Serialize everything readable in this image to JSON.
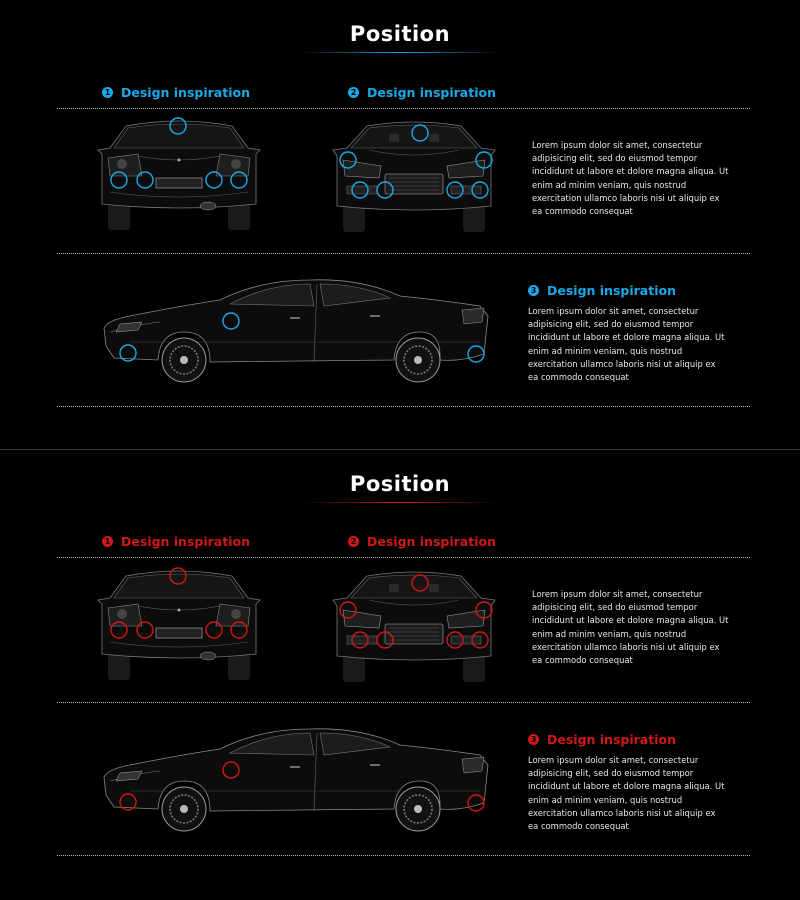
{
  "panels": [
    {
      "title": "Position",
      "accent": "#1aa8e8",
      "headings": [
        {
          "num": "1",
          "label": "Design inspiration"
        },
        {
          "num": "2",
          "label": "Design inspiration"
        },
        {
          "num": "3",
          "label": "Design inspiration"
        }
      ],
      "text_block_1": "Lorem ipsum dolor sit amet, consectetur adipisicing elit, sed do eiusmod tempor incididunt ut labore et dolore magna aliqua. Ut enim ad minim veniam, quis nostrud exercitation ullamco laboris nisi ut aliquip ex ea commodo consequat",
      "text_block_2": "Lorem ipsum dolor sit amet, consectetur adipisicing elit, sed do eiusmod tempor incididunt ut labore et dolore magna aliqua. Ut enim ad minim veniam, quis nostrud exercitation ullamco laboris nisi ut aliquip ex ea commodo consequat"
    },
    {
      "title": "Position",
      "accent": "#d01818",
      "headings": [
        {
          "num": "1",
          "label": "Design inspiration"
        },
        {
          "num": "2",
          "label": "Design inspiration"
        },
        {
          "num": "3",
          "label": "Design inspiration"
        }
      ],
      "text_block_1": "Lorem ipsum dolor sit amet, consectetur adipisicing elit, sed do eiusmod tempor incididunt ut labore et dolore magna aliqua. Ut enim ad minim veniam, quis nostrud exercitation ullamco laboris nisi ut aliquip ex ea commodo consequat",
      "text_block_2": "Lorem ipsum dolor sit amet, consectetur adipisicing elit, sed do eiusmod tempor incididunt ut labore et dolore magna aliqua. Ut enim ad minim veniam, quis nostrud exercitation ullamco laboris nisi ut aliquip ex ea commodo consequat"
    }
  ]
}
